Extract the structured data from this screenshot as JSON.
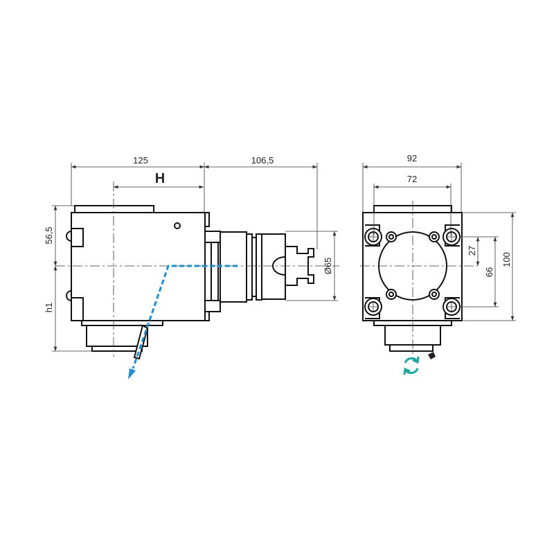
{
  "side_view": {
    "dim_total_length": "125",
    "dim_h": "H",
    "dim_spindle_length": "106,5",
    "dim_height_top": "56,5",
    "dim_height_bottom": "h1",
    "dim_diameter": "Ø65"
  },
  "front_view": {
    "dim_width": "92",
    "dim_plate_width": "72",
    "dim_bolt_offset": "27",
    "dim_bolt_spacing": "66",
    "dim_height": "100"
  },
  "colors": {
    "coolant_path": "#1a8fd6",
    "rotation_icon": "#1aa7a0"
  },
  "icons": [
    "rotation-arrows-icon",
    "coolant-direction-arrow-icon"
  ]
}
